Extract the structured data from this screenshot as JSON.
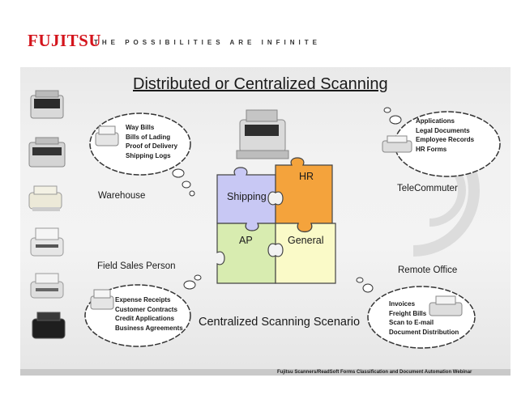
{
  "brand": {
    "logo_text": "FUJITSU",
    "tagline": "THE POSSIBILITIES ARE INFINITE",
    "color": "#d4141c"
  },
  "slide": {
    "title": "Distributed or Centralized Scanning",
    "scenario": "Centralized Scanning Scenario",
    "footer": "Fujitsu Scanners/ReadSoft Forms Classification and Document Automation Webinar"
  },
  "locations": {
    "warehouse": "Warehouse",
    "telecommuter": "TeleCommuter",
    "field_sales": "Field Sales Person",
    "remote_office": "Remote Office"
  },
  "bubbles": {
    "warehouse": [
      "Way Bills",
      "Bills of Lading",
      "Proof of Delivery",
      "Shipping Logs"
    ],
    "telecommuter": [
      "Applications",
      "Legal Documents",
      "Employee Records",
      "HR Forms"
    ],
    "field_sales": [
      "Expense Receipts",
      "Customer Contracts",
      "Credit Applications",
      "Business Agreements"
    ],
    "remote_office": [
      "Invoices",
      "Freight Bills",
      "Scan to E-mail",
      "Document Distribution"
    ]
  },
  "puzzle": {
    "shipping": {
      "label": "Shipping",
      "color": "#c8c8f4"
    },
    "hr": {
      "label": "HR",
      "color": "#f4a33c"
    },
    "ap": {
      "label": "AP",
      "color": "#d8ecb0"
    },
    "general": {
      "label": "General",
      "color": "#fafac8"
    }
  },
  "icons": {
    "scanners_left": [
      "scanner-icon",
      "scanner-icon",
      "scanner-icon",
      "scanner-icon",
      "scanner-icon",
      "scanner-icon"
    ],
    "production_scanner": "production-scanner-icon"
  }
}
